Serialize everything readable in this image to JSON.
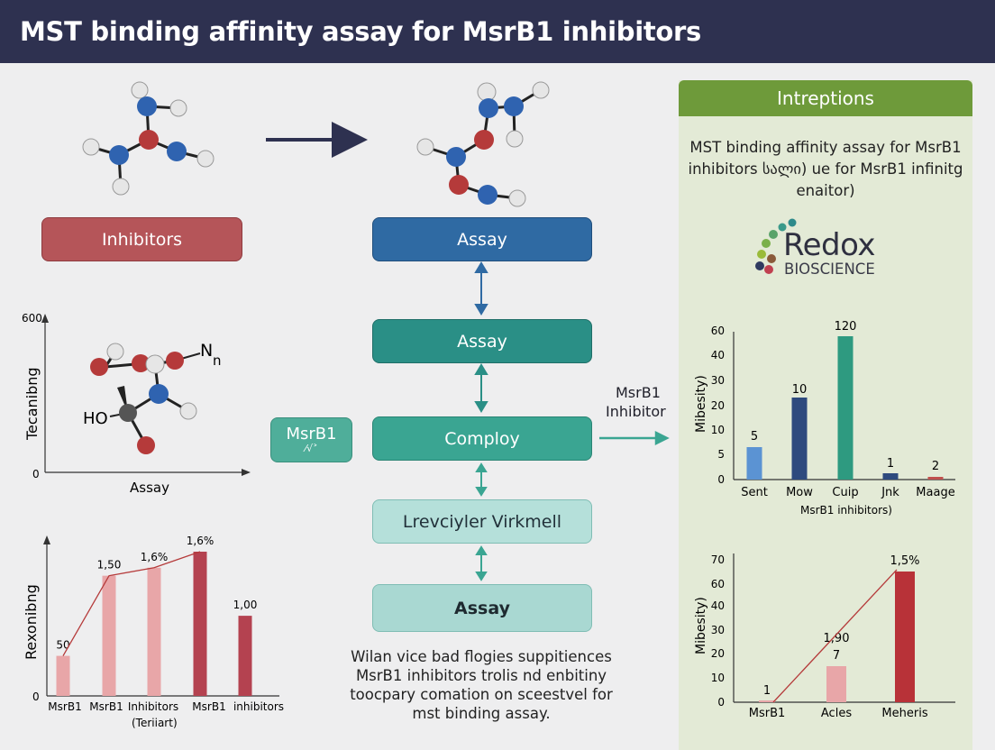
{
  "header": {
    "title": "MST binding affinity assay for MsrB1 inhibitors"
  },
  "flow": {
    "inhibitors_label": "Inhibitors",
    "steps": [
      "Assay",
      "Assay",
      "Comploy",
      "Lrevciyler Virkmell",
      "Assay"
    ],
    "side_box_title": "MsrB1",
    "side_box_sub": "⁄√˃",
    "side_arrow_label_1": "MsrB1",
    "side_arrow_label_2": "Inhibitor",
    "bottom_note": "Wilan vice bad flogies suppitiences MsrB1 inhibitors trolis nd enbitiny toocpary comation on sceestvel for mst binding assay."
  },
  "molecule_labels": {
    "n_label": "N",
    "n_sub": "n",
    "ho_label": "HO"
  },
  "panel": {
    "title": "Intreptions",
    "note": "MST binding affinity assay for MsrB1 inhibitors სალი) ue for MsrB1 infinitg enaitor)",
    "logo_main": "Redox",
    "logo_sub": "BIOSCIENCE"
  },
  "colors": {
    "header_bg": "#2e3150",
    "inhibitors_box": "#b55559",
    "assay_blue": "#2f6aa3",
    "teal": "#2e9a8a",
    "light_teal": "#a8d8d3",
    "panel_bg": "#e3ead6",
    "panel_head": "#6e9a3a"
  },
  "icons": [
    "molecule-icon",
    "arrow-right-icon",
    "double-arrow-icon",
    "redox-logo-icon"
  ],
  "chart_data": [
    {
      "type": "scatter",
      "title": "",
      "xlabel": "Assay",
      "ylabel": "Tecanibng",
      "y_tick_labels": [
        "600",
        "0"
      ]
    },
    {
      "type": "bar",
      "title": "",
      "xlabel": "",
      "ylabel": "Rexonibng",
      "y_tick_labels": [
        "0"
      ],
      "categories": [
        "MsrB1",
        "MsrB1",
        "Inhibitors",
        "MsrB1",
        "inhibitors"
      ],
      "x_sublabel": "(Teriiart)",
      "values": [
        50,
        150,
        160,
        180,
        100
      ],
      "data_labels": [
        "50",
        "1,50",
        "1,6%",
        "1,6%",
        "1,00"
      ],
      "bar_colors": [
        "#e8a6a8",
        "#e8a6a8",
        "#e8a6a8",
        "#b44250",
        "#b44250"
      ],
      "trend_line": true
    },
    {
      "type": "bar",
      "title": "",
      "xlabel": "MsrB1 inhibitors)",
      "ylabel": "Mibesity)",
      "yticks": [
        0,
        5,
        10,
        20,
        30,
        40,
        60
      ],
      "categories": [
        "Sent",
        "Mow",
        "Cuip",
        "Jnk",
        "Maage"
      ],
      "values": [
        5,
        10,
        120,
        1,
        2
      ],
      "data_labels": [
        "5",
        "10",
        "120",
        "1",
        "2"
      ],
      "bar_colors": [
        "#5b93d3",
        "#2e4a7e",
        "#2e9a80",
        "#2e4a7e",
        "#c0504d"
      ]
    },
    {
      "type": "bar",
      "title": "",
      "xlabel": "",
      "ylabel": "Mibesity)",
      "yticks": [
        0,
        10,
        20,
        30,
        40,
        60,
        70
      ],
      "categories": [
        "MsrB1",
        "Acles",
        "Meheris"
      ],
      "values": [
        1,
        7,
        15
      ],
      "data_labels": [
        "1",
        "7",
        "1,5%"
      ],
      "extra_label": "1,90",
      "bar_colors": [
        "#e8a6a8",
        "#e8a6a8",
        "#b83238"
      ],
      "trend_line": true
    }
  ]
}
